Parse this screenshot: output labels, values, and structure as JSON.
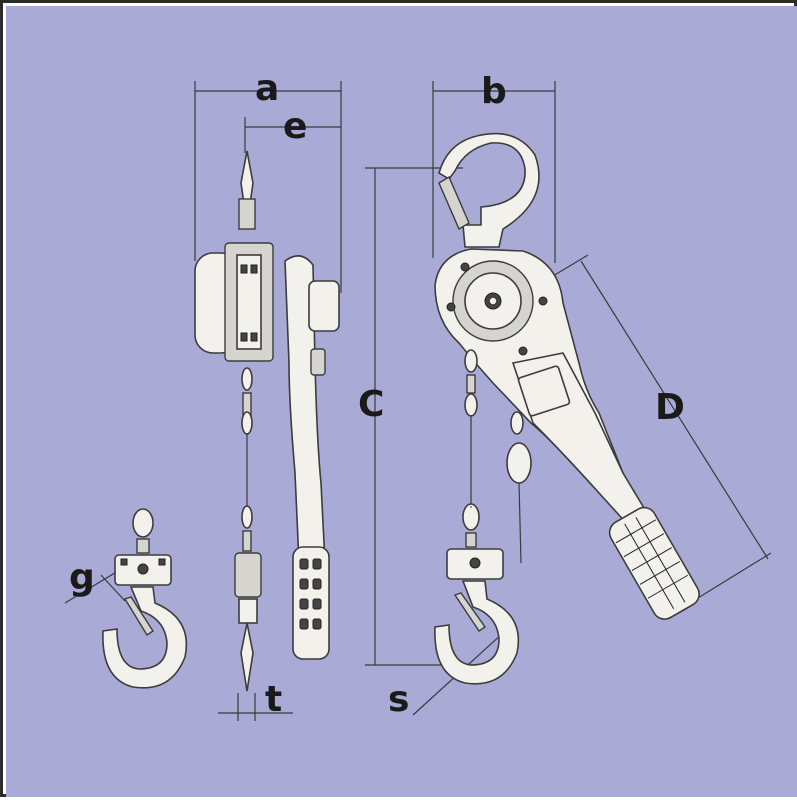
{
  "background_color": "#a9abd6",
  "frame_color": "#2b2b2b",
  "labels": {
    "a": "a",
    "e": "e",
    "b": "b",
    "c": "C",
    "d": "D",
    "g": "g",
    "t": "t",
    "s": "s"
  }
}
